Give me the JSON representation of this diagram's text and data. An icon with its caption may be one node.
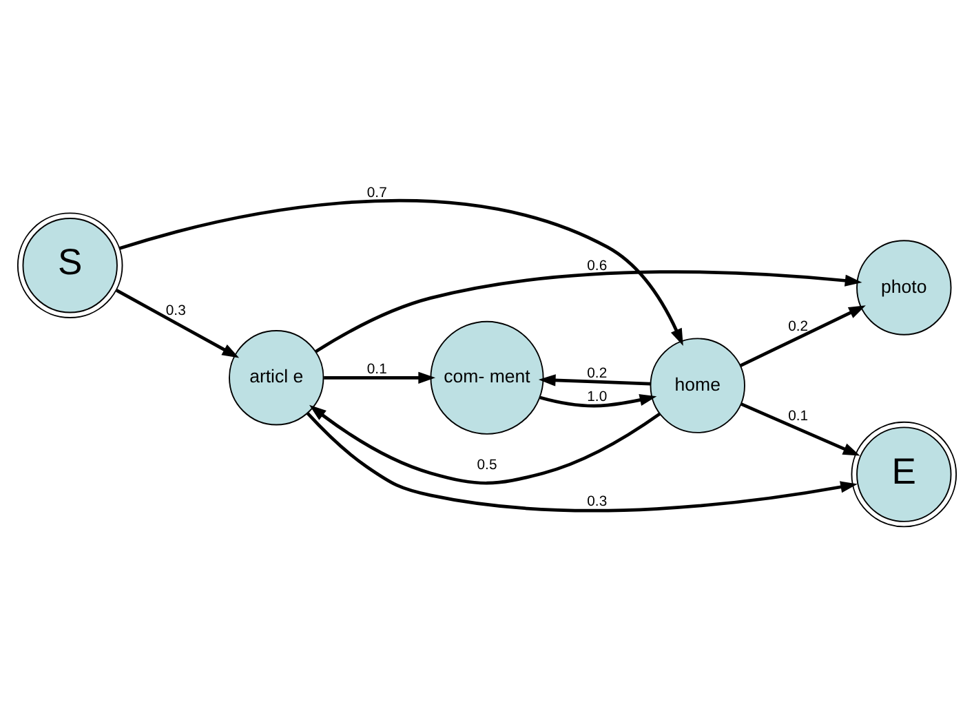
{
  "diagram": {
    "nodes": [
      {
        "text": [
          "S"
        ]
      },
      {
        "text": [
          "articl e"
        ]
      },
      {
        "text": [
          "home"
        ]
      },
      {
        "text": [
          "com- ment"
        ]
      },
      {
        "text": [
          "photo"
        ]
      },
      {
        "text": [
          "E"
        ]
      }
    ],
    "edges": [
      {
        "from": 0,
        "to": 1,
        "arrow": "to",
        "label": "0.3"
      },
      {
        "from": 0,
        "to": 2,
        "arrow": "to",
        "label": "0.7"
      },
      {
        "from": 2,
        "to": 1,
        "arrow": "to",
        "label": "0.5"
      },
      {
        "from": 1,
        "to": 3,
        "arrow": "to",
        "label": "0.1"
      },
      {
        "from": 2,
        "to": 3,
        "arrow": "to",
        "label": "0.2"
      },
      {
        "from": 3,
        "to": 2,
        "arrow": "to",
        "label": "1.0"
      },
      {
        "from": 1,
        "to": 4,
        "arrow": "to",
        "label": "0.6"
      },
      {
        "from": 2,
        "to": 4,
        "arrow": "to",
        "label": "0.2"
      },
      {
        "from": 1,
        "to": 5,
        "arrow": "to",
        "label": "0.3"
      },
      {
        "from": 2,
        "to": 5,
        "arrow": "to",
        "label": "0.1"
      }
    ]
  }
}
